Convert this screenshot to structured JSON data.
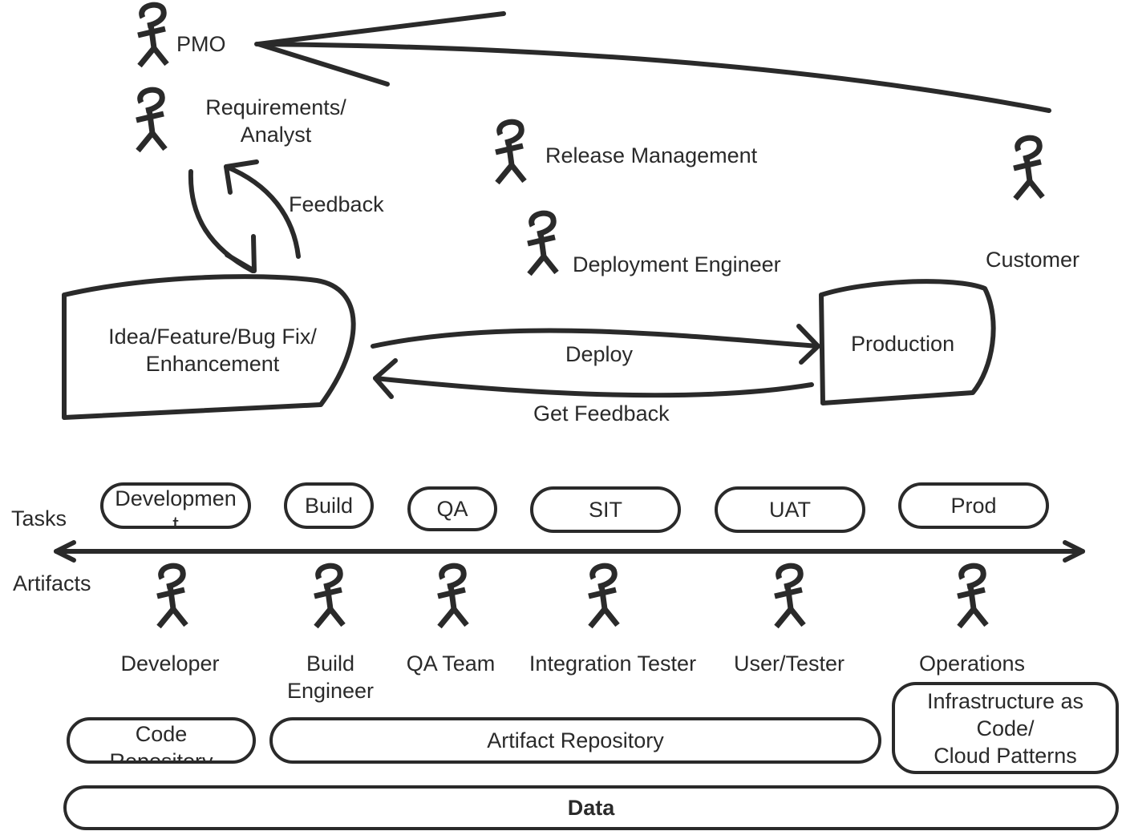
{
  "roles": {
    "pmo": "PMO",
    "analyst": "Requirements/\nAnalyst",
    "release": "Release Management",
    "deployment": "Deployment Engineer",
    "customer": "Customer"
  },
  "flow": {
    "idea": "Idea/Feature/Bug Fix/\nEnhancement",
    "production": "Production",
    "feedback": "Feedback",
    "deploy": "Deploy",
    "get_feedback": "Get Feedback"
  },
  "axis": {
    "tasks": "Tasks",
    "artifacts": "Artifacts"
  },
  "tasks": [
    "Developmen\nt",
    "Build",
    "QA",
    "SIT",
    "UAT",
    "Prod"
  ],
  "people": [
    "Developer",
    "Build\nEngineer",
    "QA Team",
    "Integration Tester",
    "User/Tester",
    "Operations"
  ],
  "artifacts": {
    "code_repo": "Code\nRepository",
    "artifact_repo": "Artifact Repository",
    "iac": "Infrastructure as\nCode/\nCloud Patterns",
    "data": "Data"
  }
}
